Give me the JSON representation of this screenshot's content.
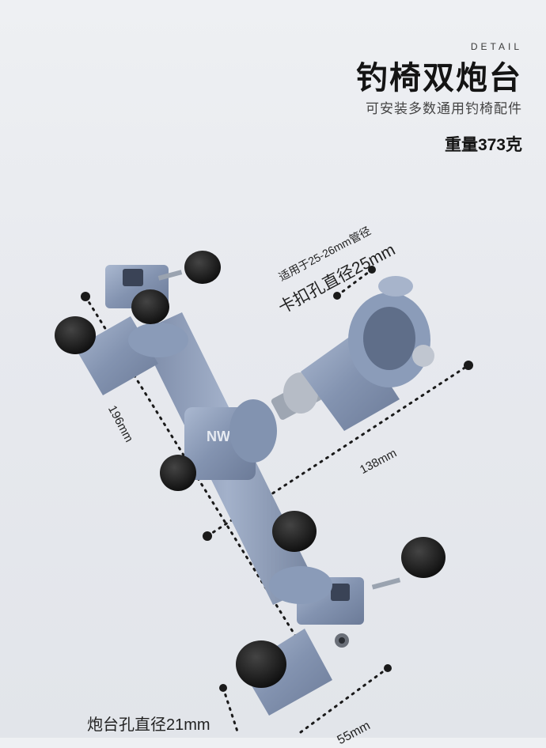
{
  "header": {
    "detail": "DETAIL",
    "title": "钓椅双炮台",
    "subtitle": "可安装多数通用钓椅配件",
    "weight": "重量373克"
  },
  "product": {
    "logo_text": "NW",
    "accent_color": "#8a9bb8",
    "knob_color": "#141414"
  },
  "dimensions": {
    "clamp_range": "适用于25-26mm管径",
    "clamp_diameter": "卡扣孔直径25mm",
    "length": "196mm",
    "arm_length": "138mm",
    "base_width": "55mm",
    "mount_hole": "炮台孔直径21mm"
  }
}
